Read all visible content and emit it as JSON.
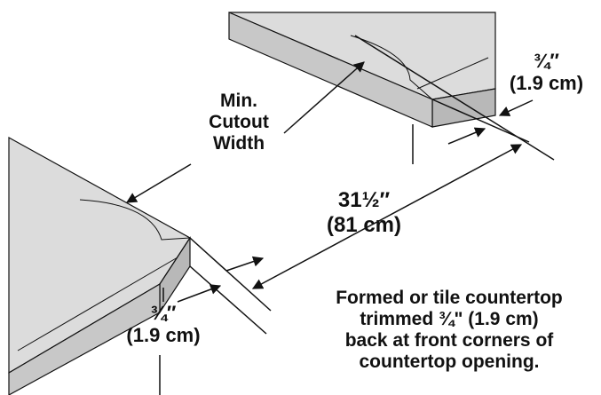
{
  "labels": {
    "min_cutout": [
      "Min.",
      "Cutout",
      "Width"
    ],
    "top_offset": [
      "¾″",
      "(1.9 cm)"
    ],
    "width_dimension": [
      "31½″",
      "(81 cm)"
    ],
    "left_offset": [
      "¾″",
      "(1.9 cm)"
    ],
    "note": [
      "Formed or tile countertop",
      "trimmed ¾\" (1.9 cm)",
      "back at front corners of",
      "countertop opening."
    ]
  },
  "colors": {
    "surface_top": "#dcdcdc",
    "surface_edge": "#b8b8b8",
    "line": "#111111"
  }
}
